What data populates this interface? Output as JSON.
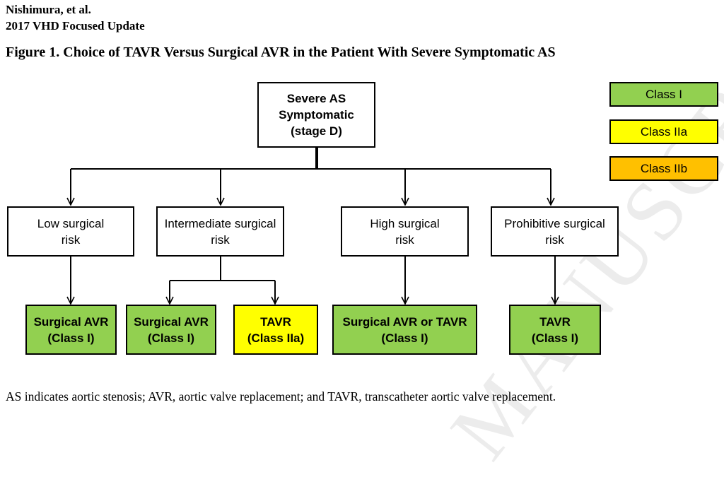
{
  "header": {
    "author": "Nishimura, et al.",
    "update": "2017 VHD Focused Update",
    "figure_title": "Figure 1. Choice of TAVR Versus Surgical AVR in the Patient With Severe Symptomatic AS"
  },
  "legend": [
    {
      "label": "Class I",
      "color": "#92d050"
    },
    {
      "label": "Class IIa",
      "color": "#ffff00"
    },
    {
      "label": "Class IIb",
      "color": "#ffc000"
    }
  ],
  "diagram": {
    "root": "Severe AS\nSymptomatic\n(stage D)",
    "risks": [
      "Low surgical\nrisk",
      "Intermediate surgical\nrisk",
      "High surgical\nrisk",
      "Prohibitive surgical\nrisk"
    ],
    "outcomes": [
      {
        "text": "Surgical AVR\n(Class I)",
        "color": "#92d050"
      },
      {
        "text": "Surgical AVR\n(Class I)",
        "color": "#92d050"
      },
      {
        "text": "TAVR\n(Class IIa)",
        "color": "#ffff00"
      },
      {
        "text": "Surgical AVR or TAVR\n(Class I)",
        "color": "#92d050"
      },
      {
        "text": "TAVR\n(Class I)",
        "color": "#92d050"
      }
    ]
  },
  "caption": "AS indicates aortic stenosis; AVR, aortic valve replacement; and TAVR, transcatheter aortic valve replacement.",
  "watermark": "MANUSCRIPT"
}
